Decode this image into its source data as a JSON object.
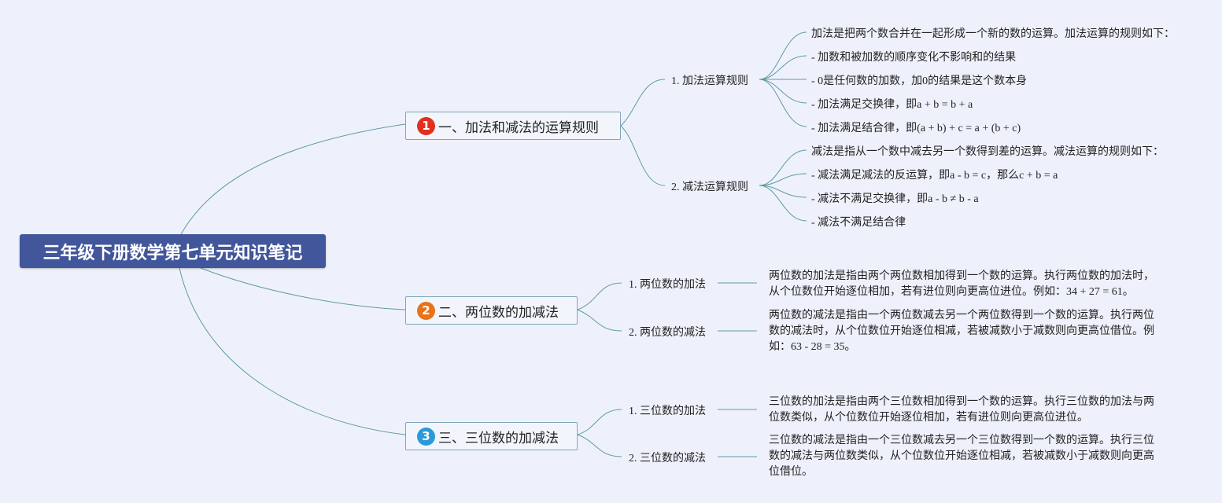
{
  "root": {
    "title": "三年级下册数学第七单元知识笔记"
  },
  "branches": [
    {
      "number": "1",
      "badge_color": "#e0301e",
      "title": "一、加法和减法的运算规则",
      "subtopics": [
        {
          "label": "1. 加法运算规则",
          "lines": [
            "加法是把两个数合并在一起形成一个新的数的运算。加法运算的规则如下：",
            "- 加数和被加数的顺序变化不影响和的结果",
            "- 0是任何数的加数，加0的结果是这个数本身",
            "- 加法满足交换律，即a + b = b + a",
            "- 加法满足结合律，即(a + b) + c = a + (b + c)"
          ]
        },
        {
          "label": "2. 减法运算规则",
          "lines": [
            "减法是指从一个数中减去另一个数得到差的运算。减法运算的规则如下：",
            "- 减法满足减法的反运算，即a - b = c，那么c + b = a",
            "- 减法不满足交换律，即a - b ≠ b - a",
            "- 减法不满足结合律"
          ]
        }
      ]
    },
    {
      "number": "2",
      "badge_color": "#e8731a",
      "title": "二、两位数的加减法",
      "subtopics": [
        {
          "label": "1. 两位数的加法",
          "text": "两位数的加法是指由两个两位数相加得到一个数的运算。执行两位数的加法时，从个位数位开始逐位相加，若有进位则向更高位进位。例如：34 + 27 = 61。"
        },
        {
          "label": "2. 两位数的减法",
          "text": "两位数的减法是指由一个两位数减去另一个两位数得到一个数的运算。执行两位数的减法时，从个位数位开始逐位相减，若被减数小于减数则向更高位借位。例如：63 - 28 = 35。"
        }
      ]
    },
    {
      "number": "3",
      "badge_color": "#2a9ad8",
      "title": "三、三位数的加减法",
      "subtopics": [
        {
          "label": "1. 三位数的加法",
          "text": "三位数的加法是指由两个三位数相加得到一个数的运算。执行三位数的加法与两位数类似，从个位数位开始逐位相加，若有进位则向更高位进位。"
        },
        {
          "label": "2. 三位数的减法",
          "text": "三位数的减法是指由一个三位数减去另一个三位数得到一个数的运算。执行三位数的减法与两位数类似，从个位数位开始逐位相减，若被减数小于减数则向更高位借位。"
        }
      ]
    }
  ]
}
